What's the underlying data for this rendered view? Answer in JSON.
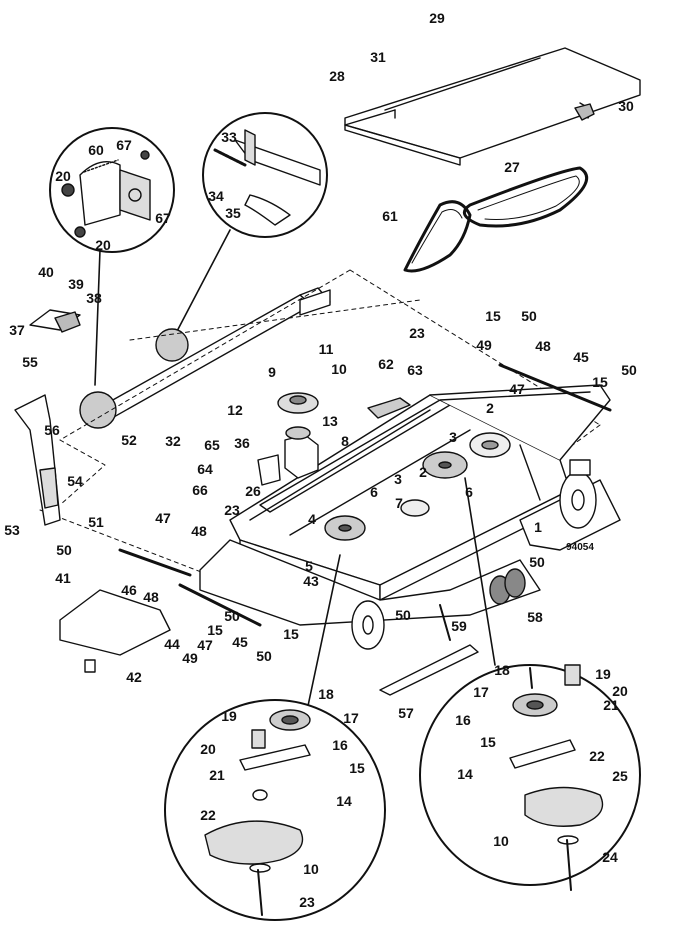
{
  "diagram": {
    "drawing_number": "94054",
    "callouts": {
      "c1": "1",
      "c2a": "2",
      "c2b": "2",
      "c3a": "3",
      "c3b": "3",
      "c4": "4",
      "c5": "5",
      "c6a": "6",
      "c6b": "6",
      "c7": "7",
      "c8": "8",
      "c9": "9",
      "c10a": "10",
      "c10b": "10",
      "c10c": "10",
      "c11": "11",
      "c12": "12",
      "c13": "13",
      "c14a": "14",
      "c14b": "14",
      "c15a": "15",
      "c15b": "15",
      "c15c": "15",
      "c15d": "15",
      "c15e": "15",
      "c15f": "15",
      "c16a": "16",
      "c16b": "16",
      "c17a": "17",
      "c17b": "17",
      "c18a": "18",
      "c18b": "18",
      "c19a": "19",
      "c19b": "19",
      "c20a": "20",
      "c20b": "20",
      "c20c": "20",
      "c20d": "20",
      "c21a": "21",
      "c21b": "21",
      "c22a": "22",
      "c22b": "22",
      "c23a": "23",
      "c23b": "23",
      "c23c": "23",
      "c24": "24",
      "c25": "25",
      "c26": "26",
      "c27": "27",
      "c28": "28",
      "c29": "29",
      "c30": "30",
      "c31": "31",
      "c32": "32",
      "c33": "33",
      "c34": "34",
      "c35": "35",
      "c36": "36",
      "c37": "37",
      "c38": "38",
      "c39": "39",
      "c40": "40",
      "c41": "41",
      "c42": "42",
      "c43": "43",
      "c44": "44",
      "c45a": "45",
      "c45b": "45",
      "c46": "46",
      "c47a": "47",
      "c47b": "47",
      "c47c": "47",
      "c48a": "48",
      "c48b": "48",
      "c48c": "48",
      "c49a": "49",
      "c49b": "49",
      "c50a": "50",
      "c50b": "50",
      "c50c": "50",
      "c50d": "50",
      "c50e": "50",
      "c50f": "50",
      "c50g": "50",
      "c51": "51",
      "c52": "52",
      "c53": "53",
      "c54": "54",
      "c55": "55",
      "c56": "56",
      "c57": "57",
      "c58": "58",
      "c59": "59",
      "c60": "60",
      "c61": "61",
      "c62": "62",
      "c63": "63",
      "c64": "64",
      "c65": "65",
      "c66": "66",
      "c67a": "67",
      "c67b": "67"
    }
  }
}
